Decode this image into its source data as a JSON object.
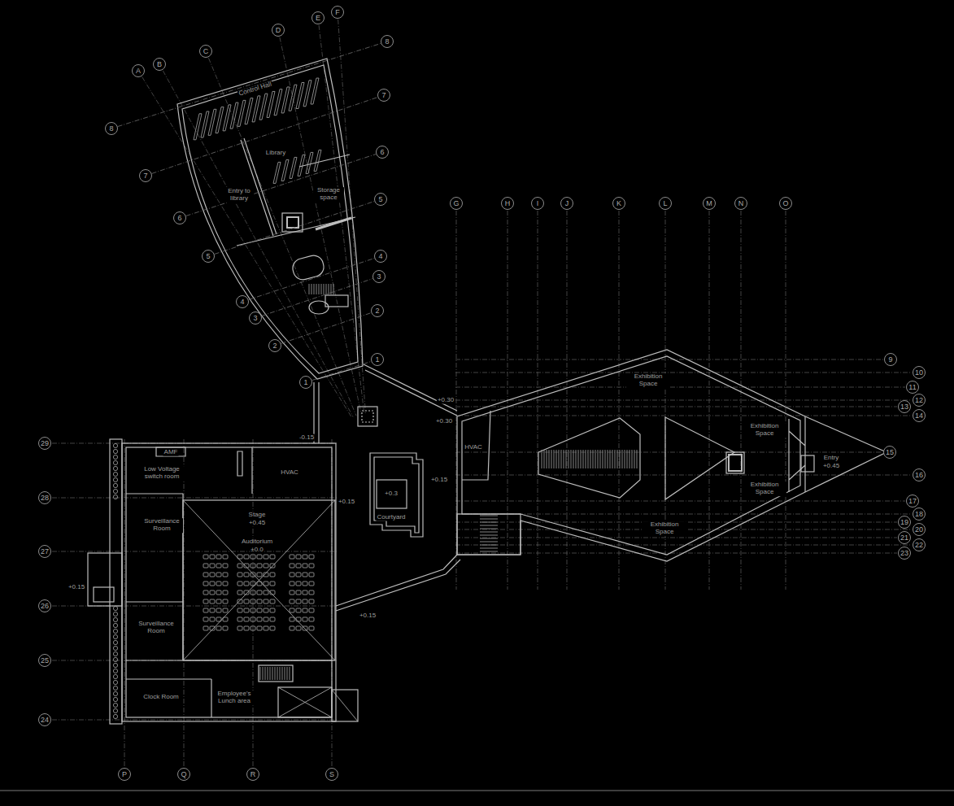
{
  "diagram": {
    "nodes": [
      {
        "text": [
          "A"
        ]
      },
      {
        "text": [
          "B"
        ]
      },
      {
        "text": [
          "C"
        ]
      },
      {
        "text": [
          "D"
        ]
      },
      {
        "text": [
          "E"
        ]
      },
      {
        "text": [
          "F"
        ]
      },
      {
        "text": [
          "8"
        ]
      },
      {
        "text": [
          "7"
        ]
      },
      {
        "text": [
          "6"
        ]
      },
      {
        "text": [
          "5"
        ]
      },
      {
        "text": [
          "4"
        ]
      },
      {
        "text": [
          "3"
        ]
      },
      {
        "text": [
          "2"
        ]
      },
      {
        "text": [
          "1"
        ]
      },
      {
        "text": [
          "8"
        ]
      },
      {
        "text": [
          "7"
        ]
      },
      {
        "text": [
          "6"
        ]
      },
      {
        "text": [
          "5"
        ]
      },
      {
        "text": [
          "4"
        ]
      },
      {
        "text": [
          "3"
        ]
      },
      {
        "text": [
          "2"
        ]
      },
      {
        "text": [
          "1"
        ]
      },
      {
        "text": [
          "G"
        ]
      },
      {
        "text": [
          "H"
        ]
      },
      {
        "text": [
          "I"
        ]
      },
      {
        "text": [
          "J"
        ]
      },
      {
        "text": [
          "K"
        ]
      },
      {
        "text": [
          "L"
        ]
      },
      {
        "text": [
          "M"
        ]
      },
      {
        "text": [
          "N"
        ]
      },
      {
        "text": [
          "O"
        ]
      },
      {
        "text": [
          "9"
        ]
      },
      {
        "text": [
          "10"
        ]
      },
      {
        "text": [
          "11"
        ]
      },
      {
        "text": [
          "12"
        ]
      },
      {
        "text": [
          "13"
        ]
      },
      {
        "text": [
          "14"
        ]
      },
      {
        "text": [
          "15"
        ]
      },
      {
        "text": [
          "16"
        ]
      },
      {
        "text": [
          "17"
        ]
      },
      {
        "text": [
          "18"
        ]
      },
      {
        "text": [
          "19"
        ]
      },
      {
        "text": [
          "20"
        ]
      },
      {
        "text": [
          "21"
        ]
      },
      {
        "text": [
          "22"
        ]
      },
      {
        "text": [
          "23"
        ]
      },
      {
        "text": [
          "29"
        ]
      },
      {
        "text": [
          "28"
        ]
      },
      {
        "text": [
          "27"
        ]
      },
      {
        "text": [
          "26"
        ]
      },
      {
        "text": [
          "25"
        ]
      },
      {
        "text": [
          "24"
        ]
      },
      {
        "text": [
          "P"
        ]
      },
      {
        "text": [
          "Q"
        ]
      },
      {
        "text": [
          "R"
        ]
      },
      {
        "text": [
          "S"
        ]
      }
    ],
    "edges": [
      {
        "from": 6,
        "to": 14,
        "arrow": "none"
      },
      {
        "from": 7,
        "to": 15,
        "arrow": "none"
      },
      {
        "from": 8,
        "to": 16,
        "arrow": "none"
      },
      {
        "from": 9,
        "to": 17,
        "arrow": "none"
      },
      {
        "from": 10,
        "to": 18,
        "arrow": "none"
      },
      {
        "from": 11,
        "to": 19,
        "arrow": "none"
      },
      {
        "from": 12,
        "to": 20,
        "arrow": "none"
      },
      {
        "from": 13,
        "to": 21,
        "arrow": "none"
      }
    ],
    "labels": [
      "Control Hall",
      "Library",
      "Entry to library",
      "Storage space",
      "Exhibition Space",
      "Exhibition Space",
      "Exhibition Space",
      "Exhibition Space",
      "HVAC",
      "Entry",
      "+0.45",
      "AMF",
      "Low Voltage switch room",
      "HVAC",
      "Stage",
      "+0.45",
      "Auditorium",
      "±0.0",
      "Surveillance Room",
      "Surveillance Room",
      "Clock Room",
      "Employee's Lunch area",
      "Courtyard",
      "+0.3",
      "+0.30",
      "+0.30",
      "+0.15",
      "+0.15",
      "+0.15",
      "-0.15",
      "+0.15"
    ]
  }
}
